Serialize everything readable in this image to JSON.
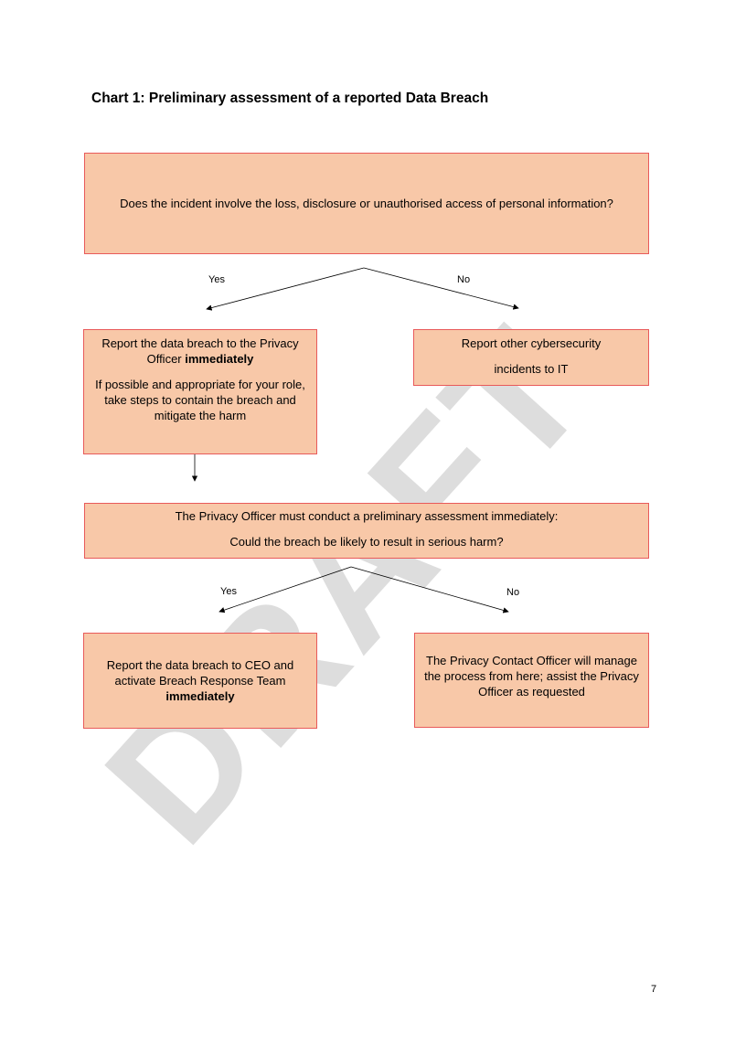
{
  "title": "Chart 1: Preliminary assessment of a reported Data Breach",
  "question1": "Does the incident involve the loss, disclosure or unauthorised access of personal information?",
  "branch1": {
    "yes_label": "Yes",
    "no_label": "No"
  },
  "privacy_box": {
    "line1": "Report the data breach to the Privacy Officer ",
    "line1_bold": "immediately",
    "line2": "If possible and appropriate for your role, take steps to contain the breach and mitigate the harm"
  },
  "cyber_box": {
    "line1": "Report other cybersecurity",
    "line2": "incidents to IT"
  },
  "assess_box": {
    "line1": "The Privacy Officer must conduct a preliminary assessment immediately:",
    "line2": "Could the breach be likely to result in serious harm?"
  },
  "branch2": {
    "yes_label": "Yes",
    "no_label": "No"
  },
  "ceo_box": {
    "text": "Report the data breach to CEO and activate Breach Response Team ",
    "bold": "immediately"
  },
  "contact_box": {
    "text": "The Privacy Contact Officer will manage the process from here; assist the Privacy Officer as requested"
  },
  "watermark": "DRAFT",
  "page_number": "7",
  "colors": {
    "box_fill": "#f8c8a8",
    "box_border": "#e85a5a"
  }
}
